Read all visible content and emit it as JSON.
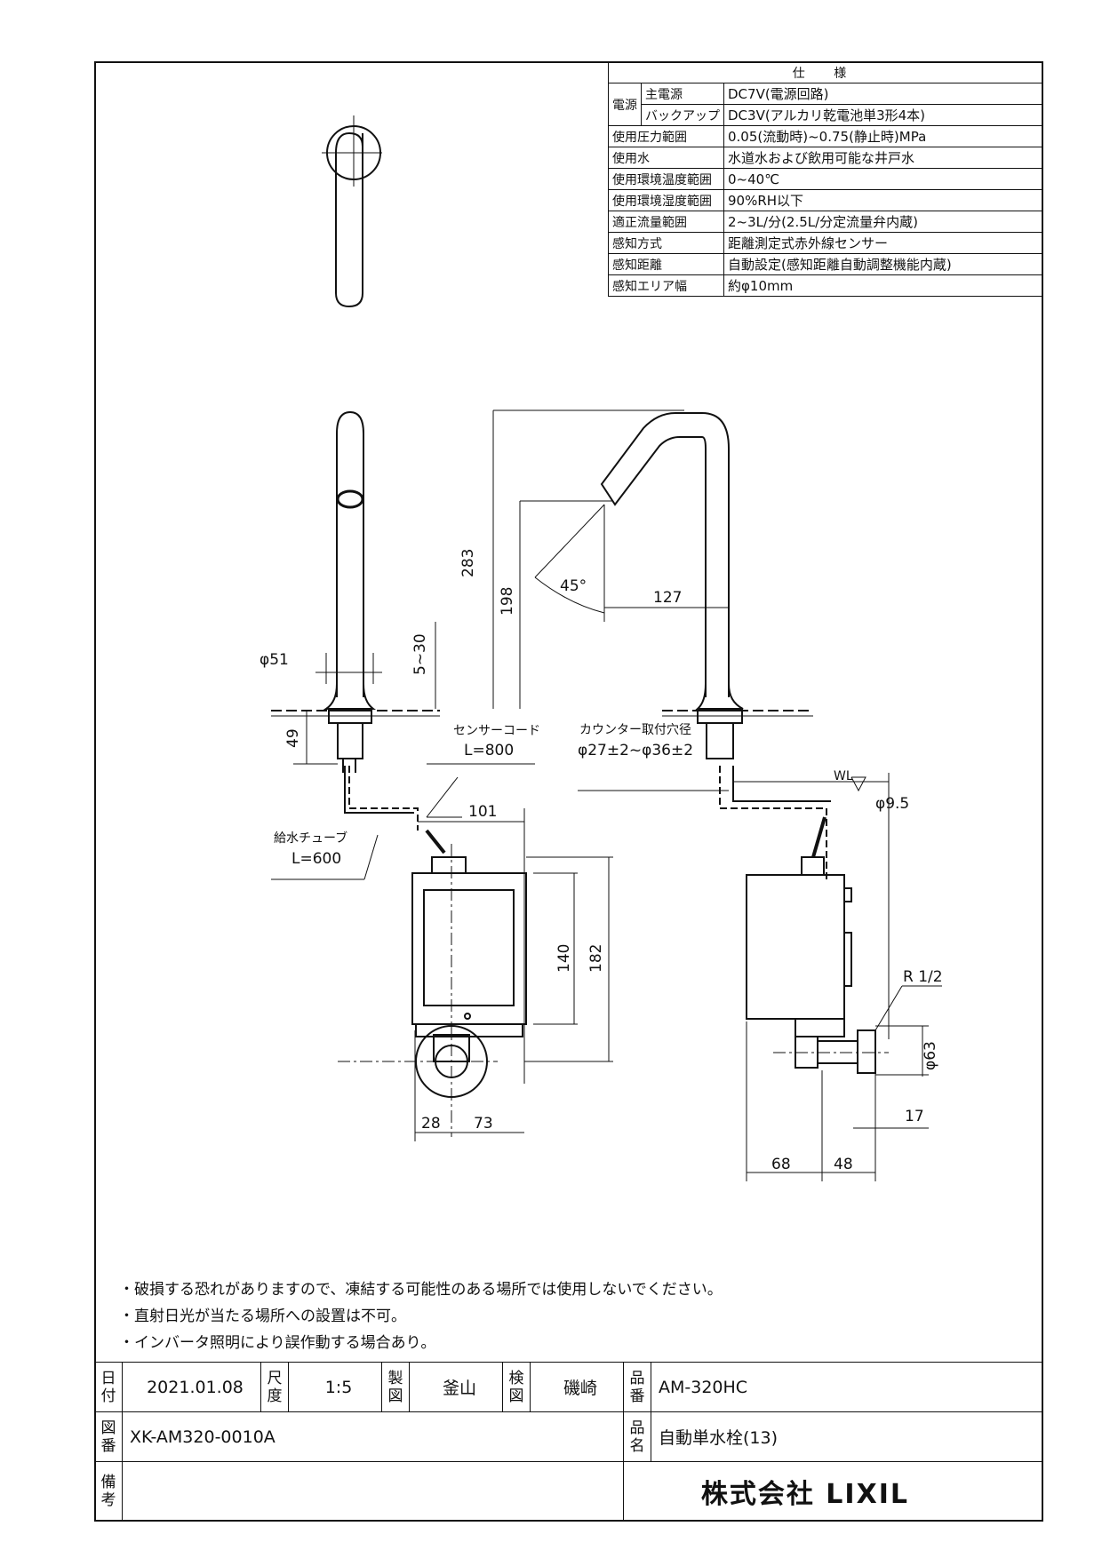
{
  "spec_table": {
    "header": "仕 様",
    "rows": [
      {
        "group": "電源",
        "label": "主電源",
        "value": "DC7V(電源回路)"
      },
      {
        "group": "",
        "label": "バックアップ",
        "value": "DC3V(アルカリ乾電池単3形4本)"
      },
      {
        "label": "使用圧力範囲",
        "value": "0.05(流動時)~0.75(静止時)MPa"
      },
      {
        "label": "使用水",
        "value": "水道水および飲用可能な井戸水"
      },
      {
        "label": "使用環境温度範囲",
        "value": "0~40℃"
      },
      {
        "label": "使用環境湿度範囲",
        "value": "90%RH以下"
      },
      {
        "label": "適正流量範囲",
        "value": "2~3L/分(2.5L/分定流量弁内蔵)"
      },
      {
        "label": "感知方式",
        "value": "距離測定式赤外線センサー"
      },
      {
        "label": "感知距離",
        "value": "自動設定(感知距離自動調整機能内蔵)"
      },
      {
        "label": "感知エリア幅",
        "value": "約φ10mm"
      }
    ]
  },
  "dimensions": {
    "d283": "283",
    "d198": "198",
    "d127": "127",
    "angle": "45°",
    "phi51": "φ51",
    "d5_30": "5~30",
    "d49": "49",
    "d101": "101",
    "d140": "140",
    "d182": "182",
    "d28": "28",
    "d73": "73",
    "phi95": "φ9.5",
    "r12": "R 1/2",
    "phi63": "φ63",
    "d17": "17",
    "d68": "68",
    "d48": "48",
    "wl": "WL"
  },
  "labels": {
    "sensor_cord": "センサーコード",
    "sensor_cord_len": "L=800",
    "supply_tube": "給水チューブ",
    "supply_tube_len": "L=600",
    "counter_hole": "カウンター取付穴径",
    "counter_hole_dim": "φ27±2~φ36±2"
  },
  "notes": [
    "破損する恐れがありますので、凍結する可能性のある場所では使用しないでください。",
    "直射日光が当たる場所への設置は不可。",
    "インバータ照明により誤作動する場合あり。"
  ],
  "title_block": {
    "date_label": "日付",
    "date": "2021.01.08",
    "scale_label": "尺度",
    "scale": "1:5",
    "drawn_label": "製図",
    "drawn": "釜山",
    "checked_label": "検図",
    "checked": "磯崎",
    "part_no_label": "品番",
    "part_no": "AM-320HC",
    "drawing_no_label": "図番",
    "drawing_no": "XK-AM320-0010A",
    "product_name_label": "品名",
    "product_name": "自動単水栓(13)",
    "remarks_label": "備考",
    "company": "株式会社 LIXIL"
  }
}
